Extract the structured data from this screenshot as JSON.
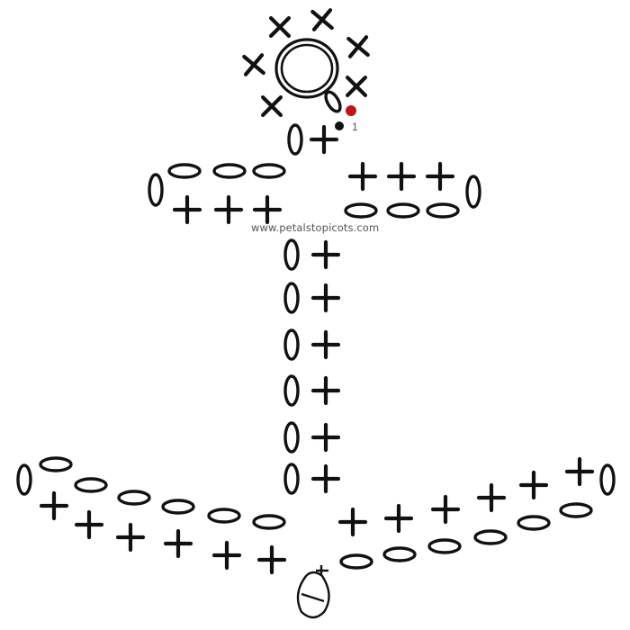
{
  "credit": "www.petalstopicots.com",
  "start_label": "1",
  "colors": {
    "ink": "#111111",
    "start_marker": "#c0141c",
    "background": "#ffffff"
  },
  "symbols": {
    "single_crochet": "+",
    "chain": "oval",
    "magic_ring": "ring",
    "slip_stitch": "dot"
  }
}
